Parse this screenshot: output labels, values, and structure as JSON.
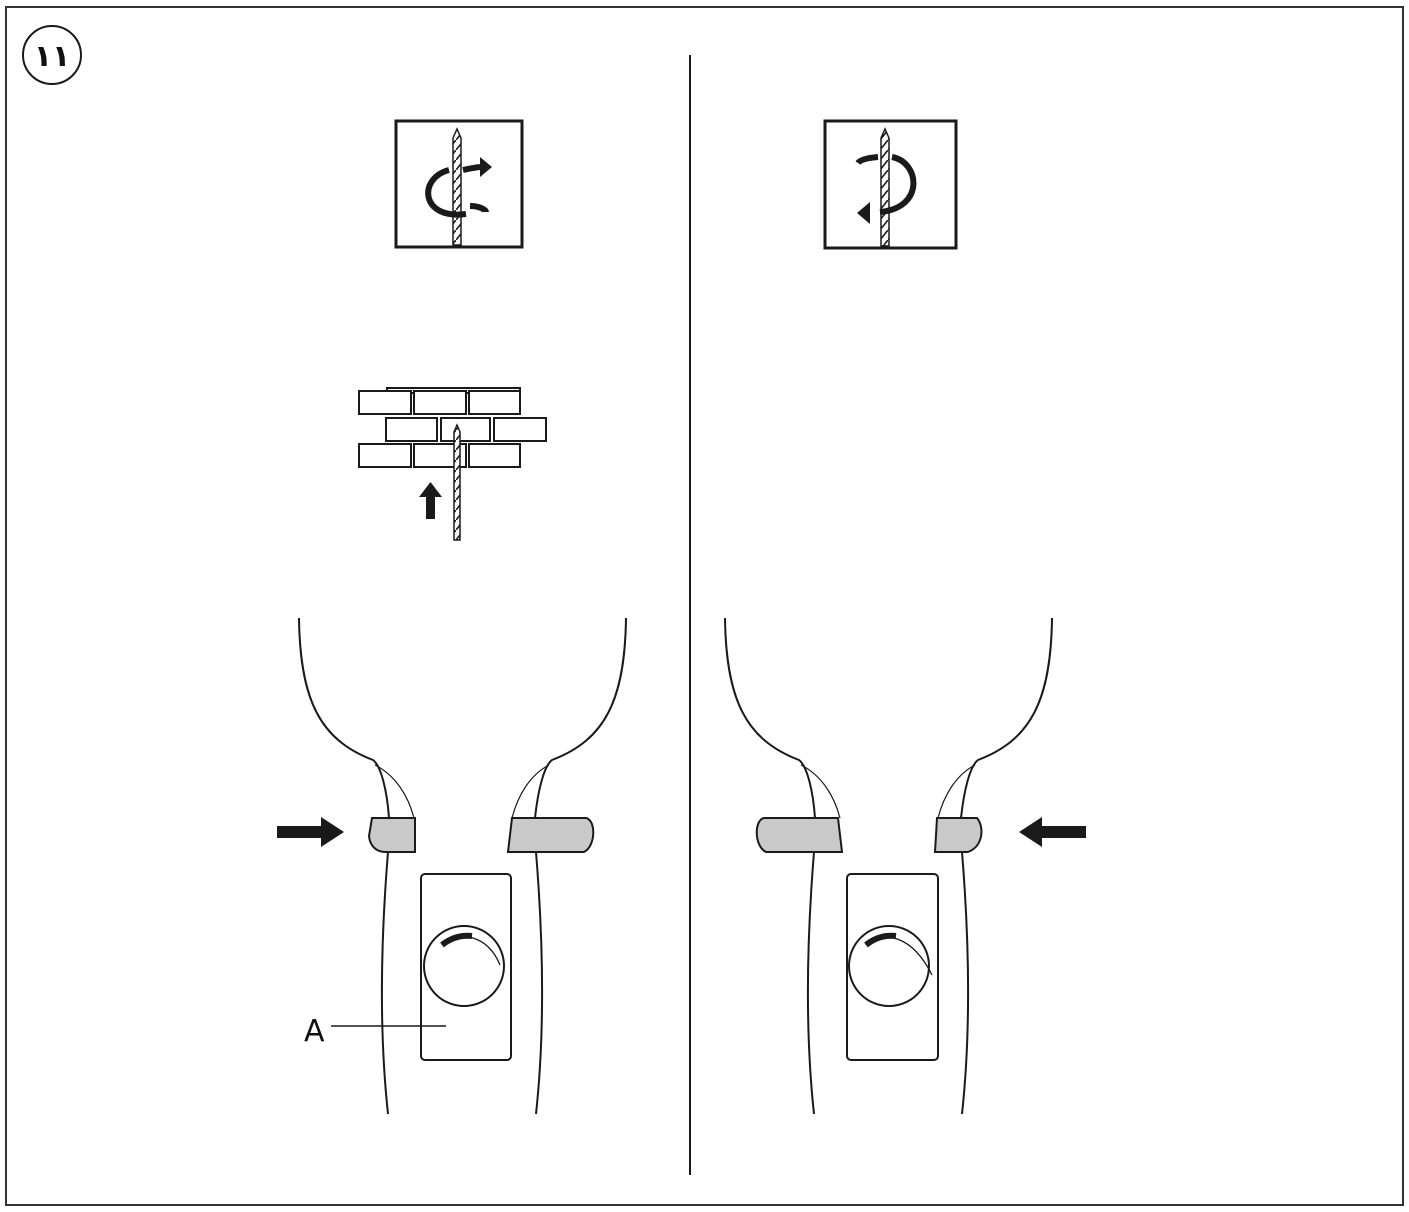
{
  "step_number": "١١",
  "label_a": "A",
  "colors": {
    "line": "#1a1a1a",
    "collar_fill": "#c9c9c9",
    "background": "#ffffff"
  },
  "panels": [
    {
      "side": "left",
      "rotation_icon": "clockwise-rotation-icon",
      "extra_icon": "brick-wall-drill-icon",
      "arrow_icon": "push-right-arrow-icon"
    },
    {
      "side": "right",
      "rotation_icon": "counterclockwise-rotation-icon",
      "arrow_icon": "push-left-arrow-icon"
    }
  ]
}
